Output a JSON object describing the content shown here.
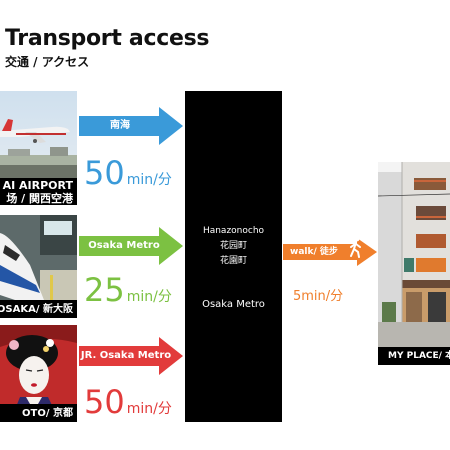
{
  "header": {
    "title": "Transport access",
    "subtitle": "交通 / アクセス"
  },
  "routes": [
    {
      "caption_en": "AI AIRPORT",
      "caption_jp": "场 / 関西空港",
      "line": "南海",
      "duration": "50",
      "unit": "min/分",
      "color": "#3a9ad9"
    },
    {
      "caption_en": "OSAKA/ 新大阪",
      "line": "Osaka Metro",
      "duration": "25",
      "unit": "min/分",
      "color": "#7cc142"
    },
    {
      "caption_en": "OTO/ 京都",
      "line": "JR. Osaka Metro",
      "duration": "50",
      "unit": "min/分",
      "color": "#e23b3b"
    }
  ],
  "hub": {
    "station_en": "Hanazonocho",
    "station_jp1": "花园町",
    "station_jp2": "花園町",
    "line": "Osaka Metro"
  },
  "walk": {
    "label": "walk/ 徒步",
    "duration": "5min/分",
    "color": "#f07f2c",
    "icon": "walking-person-icon"
  },
  "destination": {
    "caption": "MY PLACE/ 本"
  }
}
